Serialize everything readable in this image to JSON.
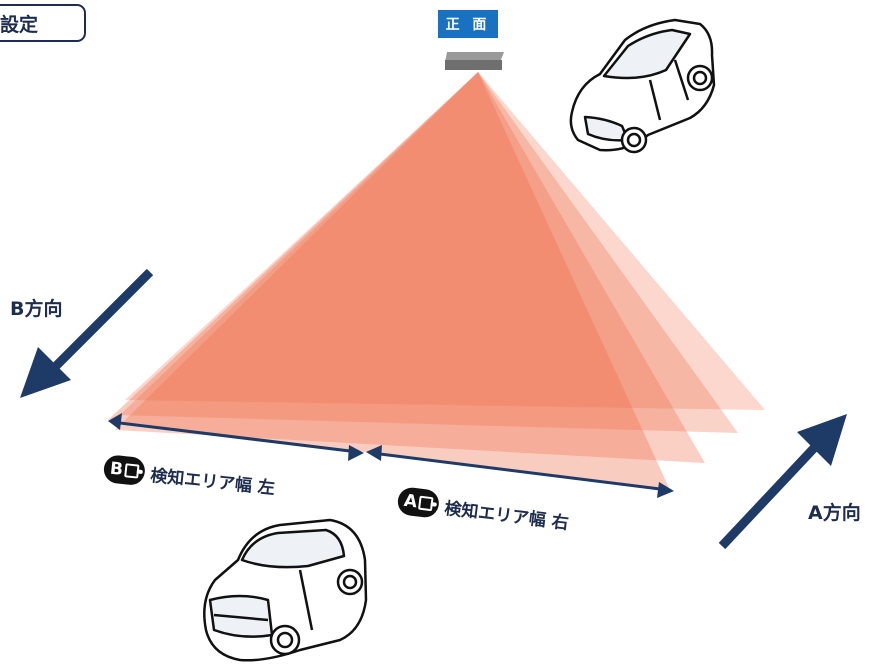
{
  "header": {
    "settings_label": "設定"
  },
  "sensor": {
    "front_label": "正 面"
  },
  "directions": {
    "b_label": "B方向",
    "a_label": "A方向"
  },
  "zones": {
    "left": {
      "badge": "B",
      "label": "検知エリア幅 左"
    },
    "right": {
      "badge": "A",
      "label": "検知エリア幅 右"
    }
  },
  "colors": {
    "beam": "#ef6e4a",
    "arrow": "#1e3a66",
    "badge_bg": "#1971c2",
    "text": "#1e2d4f"
  }
}
